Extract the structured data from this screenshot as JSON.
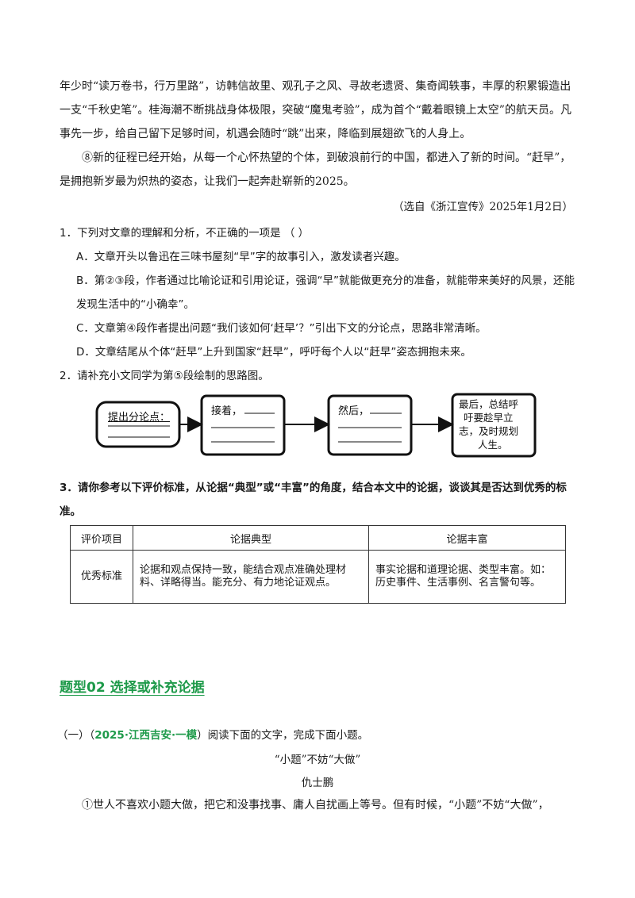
{
  "passage": {
    "para_cont": "年少时“读万卷书，行万里路”，访韩信故里、观孔子之风、寻故老遗贤、集奇闻轶事，丰厚的积累锻造出一支“千秋史笔”。桂海潮不断挑战身体极限，突破“魔鬼考验”，成为首个“戴着眼镜上太空”的航天员。凡事先一步，给自己留下足够时间，机遇会随时“跳”出来，降临到展翅欲飞的人身上。",
    "para8": "⑧新的征程已经开始，从每一个心怀热望的个体，到破浪前行的中国，都进入了新的时间。“赶早”，是拥抱新岁最为炽热的姿态，让我们一起奔赴崭新的2025。",
    "source": "（选自《浙江宣传》2025年1月2日）"
  },
  "q1": {
    "stem": "1．下列对文章的理解和分析，不正确的一项是 （    ）",
    "options": [
      "A．文章开头以鲁迅在三味书屋刻“早”字的故事引入，激发读者兴趣。",
      "B．第②③段，作者通过比喻论证和引用论证，强调“早”就能做更充分的准备，就能带来美好的风景，还能发现生活中的“小确幸”。",
      "C．文章第④段作者提出问题“我们该如何‘赶早’？”引出下文的分论点，思路非常清晰。",
      "D．文章结尾从个体“赶早”上升到国家“赶早”，呼吁每个人以“赶早”姿态拥抱未来。"
    ]
  },
  "q2": {
    "stem": "2．请补充小文同学为第⑤段绘制的思路图。",
    "flow": {
      "box1": "提出分论点：",
      "box2": "接着，",
      "box3": "然后，",
      "box4_line1": "最后，总结呼",
      "box4_line2": "吁要趁早立",
      "box4_line3": "志，及时规划",
      "box4_line4": "人生。"
    }
  },
  "q3": {
    "stem": "3．请你参考以下评价标准，从论据“典型”或“丰富”的角度，结合本文中的论据，谈谈其是否达到优秀的标准。",
    "table": {
      "headers": [
        "评价项目",
        "论据典型",
        "论据丰富"
      ],
      "row_label": "优秀标准",
      "cell_typical": "论据和观点保持一致，能结合观点准确处理材料、详略得当。能充分、有力地论证观点。",
      "cell_rich": "事实论据和道理论据、类型丰富。如：历史事件、生活事例、名言警句等。"
    }
  },
  "section": {
    "title": "题型02  选择或补充论据"
  },
  "reading": {
    "intro_prefix": "（一）（",
    "intro_source": "2025·江西吉安·一模",
    "intro_suffix": "）阅读下面的文字，完成下面小题。",
    "title": "“小题”不妨“大做”",
    "author": "仇士鹏",
    "para1": "①世人不喜欢小题大做，把它和没事找事、庸人自扰画上等号。但有时候，“小题”不妨“大做”，"
  },
  "colors": {
    "accent_green": "#1e9a4a",
    "text": "#1a1a1a"
  }
}
